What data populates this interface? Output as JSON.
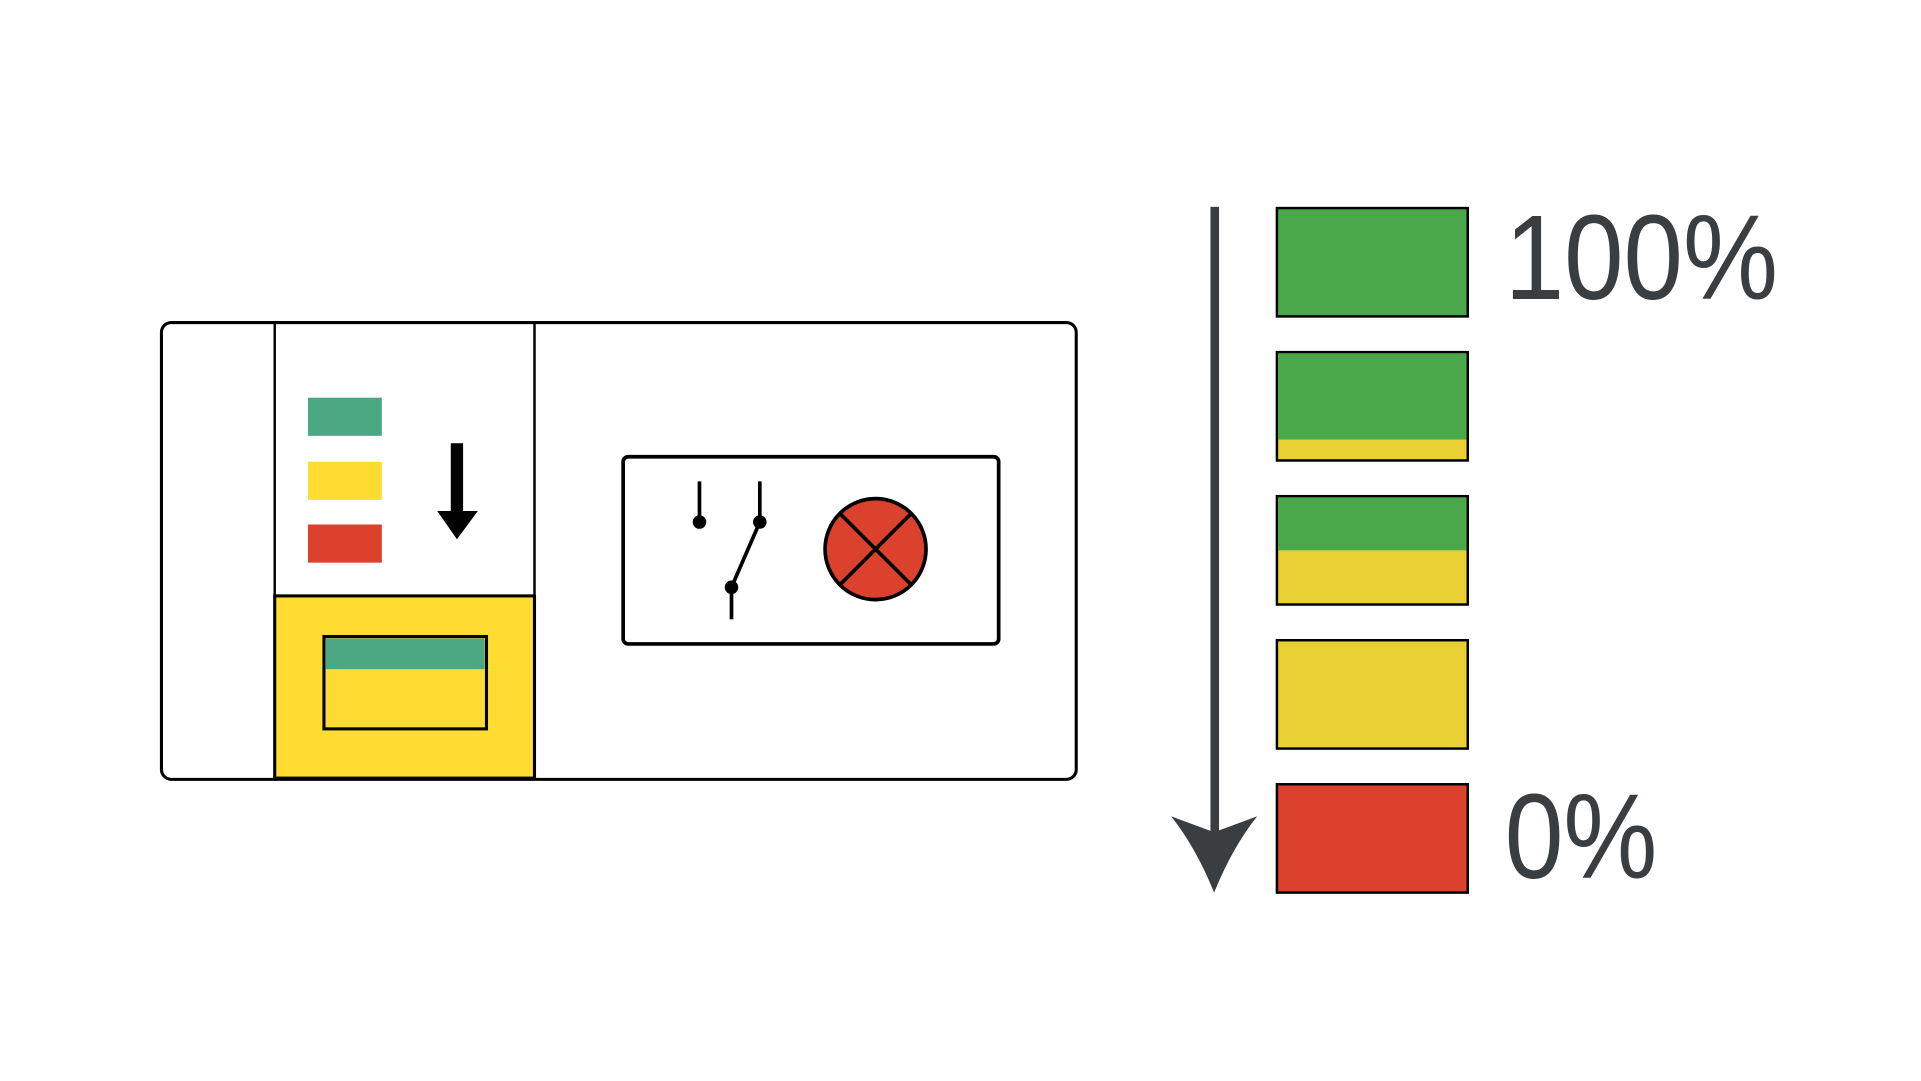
{
  "colors": {
    "green": "#4aa84a",
    "teal": "#4ca883",
    "yellow": "#ffdc32",
    "olive_yellow": "#e9d034",
    "red": "#dc412d",
    "arrow": "#3b3e40",
    "outline": "#000000"
  },
  "scale": {
    "top_label": "100%",
    "bottom_label": "0%",
    "levels": [
      {
        "green_fraction": 1.0
      },
      {
        "green_fraction": 0.8
      },
      {
        "green_fraction": 0.5
      },
      {
        "green_fraction": 0.0
      },
      {
        "red": true
      }
    ]
  },
  "icons": [
    "down-arrow-icon",
    "switch-contact-icon",
    "signal-lamp-icon",
    "level-scale-arrow-icon"
  ]
}
